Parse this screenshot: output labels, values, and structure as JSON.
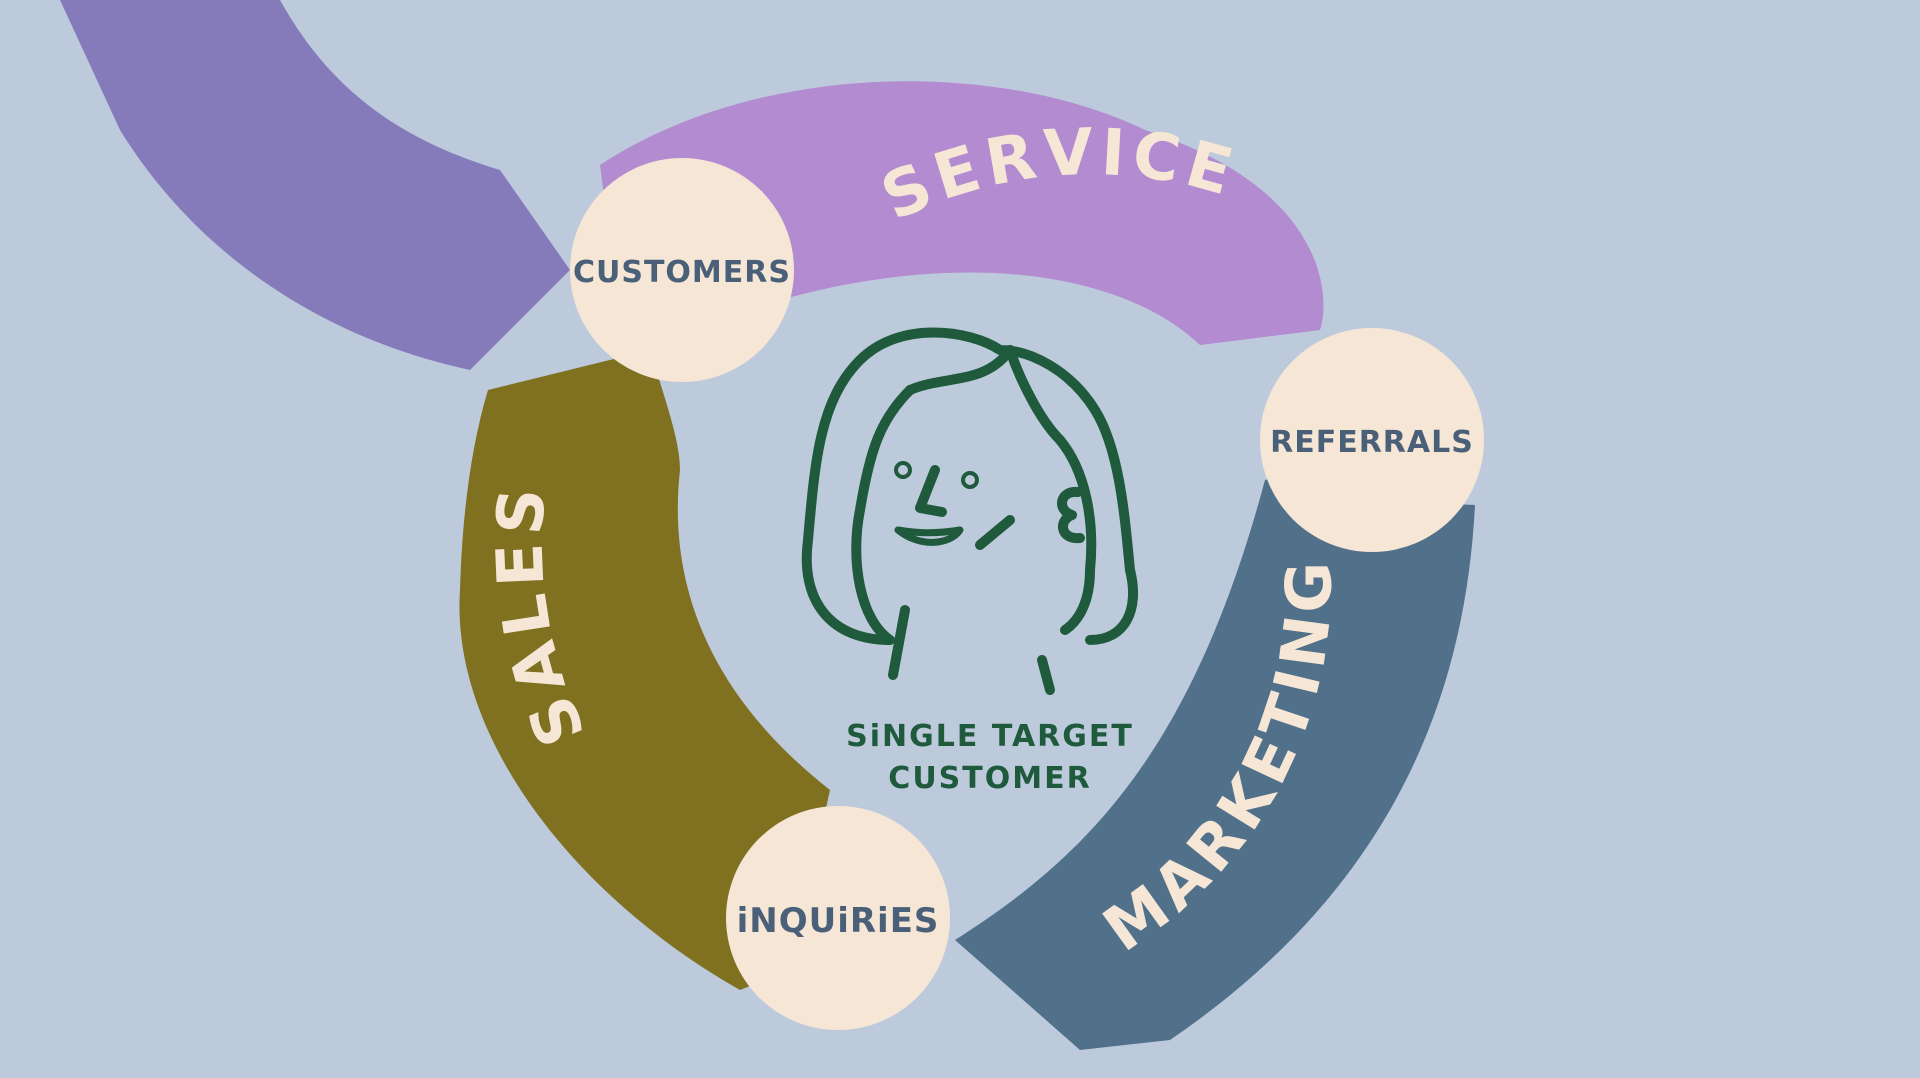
{
  "bands": {
    "service": {
      "label": "SERVICE",
      "color": "#b28bd0"
    },
    "marketing": {
      "label": "MARKETING",
      "color": "#51708a"
    },
    "sales": {
      "label": "SALES",
      "color": "#7f7120"
    },
    "flow_tail": {
      "color": "#857bbb"
    }
  },
  "nodes": {
    "customers": {
      "label": "CUSTOMERS"
    },
    "referrals": {
      "label": "REFERRALS"
    },
    "inquiries": {
      "label": "iNQUiRiES"
    }
  },
  "center": {
    "line1": "SiNGLE TARGET",
    "line2": "CUSTOMER",
    "icon": "woman-face-icon"
  },
  "colors": {
    "background": "#bccadc",
    "node_fill": "#f6e6d6",
    "node_text": "#4a6078",
    "band_text": "#f6e6d6",
    "portrait_stroke": "#1f5a3c"
  }
}
